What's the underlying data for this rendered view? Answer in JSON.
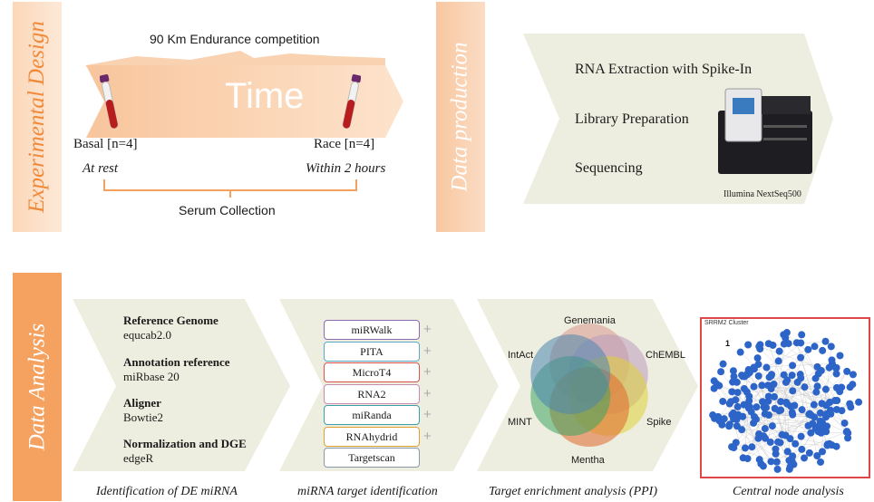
{
  "experimental_design": {
    "label": "Experimental Design",
    "competition": "90 Km Endurance competition",
    "time_label": "Time",
    "basal": "Basal [n=4]",
    "race": "Race [n=4]",
    "at_rest": "At rest",
    "within": "Within 2 hours",
    "serum": "Serum Collection"
  },
  "data_production": {
    "label": "Data production",
    "steps": [
      "RNA Extraction with Spike-In",
      "Library Preparation",
      "Sequencing"
    ],
    "machine_caption": "Illumina NextSeq500"
  },
  "data_analysis": {
    "label": "Data Analysis",
    "pipeline": [
      {
        "title": "Reference Genome",
        "value": "equcab2.0"
      },
      {
        "title": "Annotation reference",
        "value": "miRbase 20"
      },
      {
        "title": "Aligner",
        "value": "Bowtie2"
      },
      {
        "title": "Normalization and DGE",
        "value": "edgeR"
      }
    ],
    "tools": [
      {
        "name": "miRWalk",
        "color": "#8a6bb0",
        "plus": "+"
      },
      {
        "name": "PITA",
        "color": "#5aa9c9",
        "plus": "+"
      },
      {
        "name": "MicroT4",
        "color": "#d9534f",
        "plus": "+"
      },
      {
        "name": "RNA2",
        "color": "#c78bb0",
        "plus": "+"
      },
      {
        "name": "miRanda",
        "color": "#3aa0a8",
        "plus": "+"
      },
      {
        "name": "RNAhydrid",
        "color": "#e0a030",
        "plus": "+"
      },
      {
        "name": "Targetscan",
        "color": "#8899aa",
        "plus": ""
      }
    ],
    "venn_labels": [
      "Genemania",
      "ChEMBL",
      "Spike",
      "Mentha",
      "MINT",
      "IntAct"
    ],
    "venn_colors": [
      "#e8a0a0",
      "#c9a8d8",
      "#f0e040",
      "#f07030",
      "#40b070",
      "#5090c8"
    ],
    "cluster_title": "SRRM2 Cluster",
    "cluster_number": "1",
    "captions": [
      "Identification of DE miRNA",
      "miRNA target identification",
      "Target enrichment analysis (PPI)",
      "Central node analysis"
    ]
  },
  "colors": {
    "orange_accent": "#f5a15f",
    "light_orange": "#fde3cc",
    "chevron_bg": "#eeeee0",
    "node_blue": "#2d64c8",
    "cluster_border": "#e04848"
  }
}
